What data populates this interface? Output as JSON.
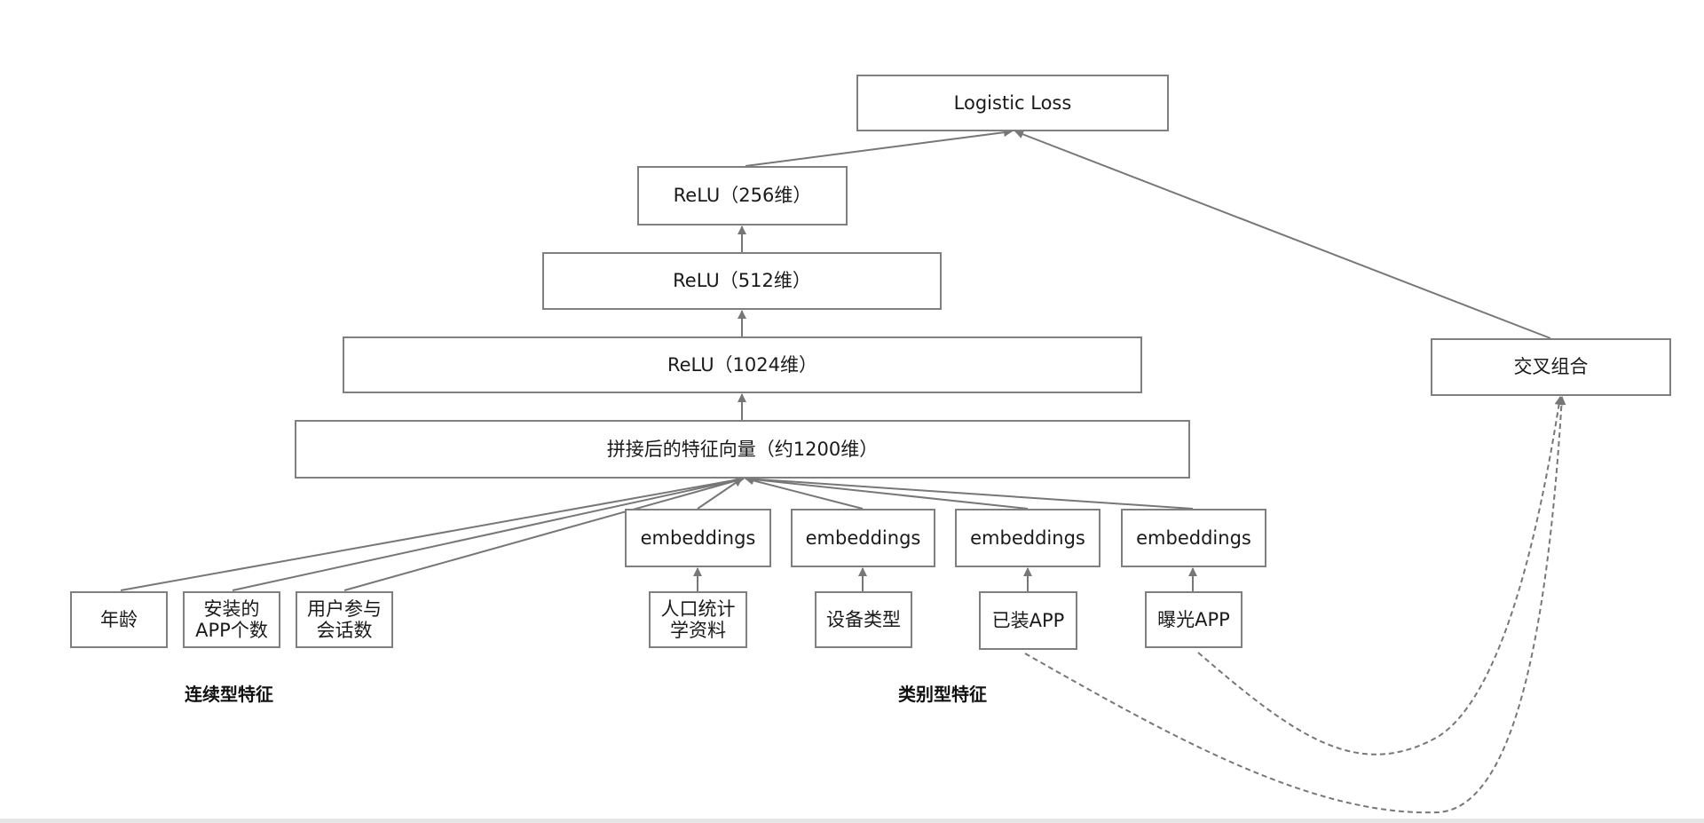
{
  "nodes": {
    "logistic_loss": "Logistic Loss",
    "relu_256": "ReLU（256维）",
    "relu_512": "ReLU（512维）",
    "relu_1024": "ReLU（1024维）",
    "concat": "拼接后的特征向量（约1200维）",
    "cross": "交叉组合",
    "emb_demo": "embeddings",
    "emb_device": "embeddings",
    "emb_installed": "embeddings",
    "emb_exposed": "embeddings",
    "age": "年龄",
    "installed_count": "安装的\nAPP个数",
    "session_count": "用户参与\n会话数",
    "demographics": "人口统计\n学资料",
    "device_type": "设备类型",
    "installed_app": "已装APP",
    "exposed_app": "曝光APP"
  },
  "groups": {
    "continuous": "连续型特征",
    "categorical": "类别型特征"
  },
  "colors": {
    "border": "#7f7f7f",
    "edge": "#777777"
  }
}
